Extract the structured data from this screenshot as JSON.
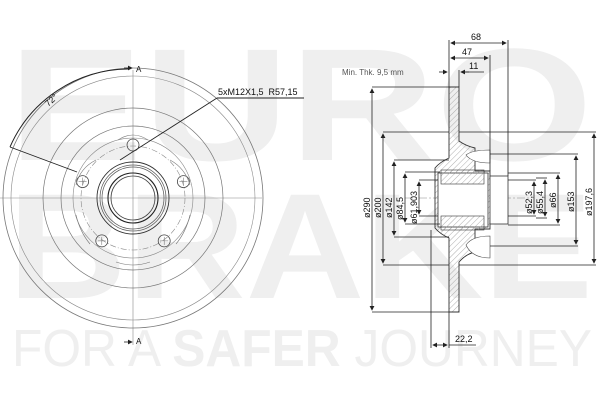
{
  "watermark": {
    "line1": "EURO",
    "line2": "BRAKE",
    "tagline_prefix": "FOR A ",
    "tagline_bold": "SAFER",
    "tagline_suffix": " JOURNEY",
    "color": "#efefef"
  },
  "front_view": {
    "angle_label": "72°",
    "section_marker_top": "A",
    "section_marker_bottom": "A",
    "bolt_pattern_label": "5xM12X1,5  R57,15"
  },
  "section_view": {
    "min_thickness_label": "Min. Thk. 9,5 mm",
    "top_dimensions": [
      "68",
      "47",
      "11"
    ],
    "bottom_dimension": "22,2",
    "left_diameters": [
      "ø290",
      "ø200",
      "ø142",
      "ø84,5",
      "ø61,903"
    ],
    "right_diameters": [
      "ø52,3",
      "ø55,4",
      "ø66",
      "ø153",
      "ø197,6"
    ]
  },
  "colors": {
    "line": "#222222",
    "thin_line": "#777777",
    "hatch": "#999999",
    "watermark": "#efefef"
  }
}
